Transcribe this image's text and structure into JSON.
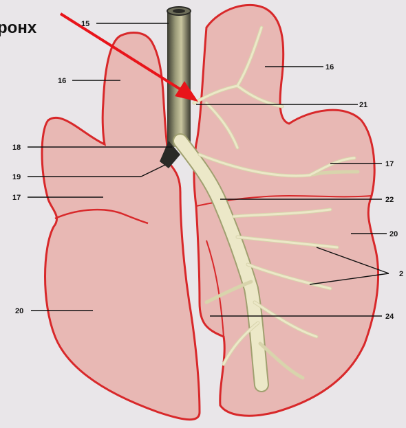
{
  "caption": "ронх",
  "labels": {
    "l15": "15",
    "l16_left": "16",
    "l16_right": "16",
    "l21": "21",
    "l18": "18",
    "l19": "19",
    "l17_left": "17",
    "l17_right": "17",
    "l22": "22",
    "l20_left": "20",
    "l20_right": "20",
    "l23": "2",
    "l24": "24"
  },
  "colors": {
    "background": "#e9e6e9",
    "lung_fill": "#e8b8b4",
    "lung_outline": "#d8282a",
    "bronchus_fill": "#ece8c8",
    "bronchus_edge": "#a0a070",
    "arrow": "#e8141a",
    "stem_dark": "#2a2a26"
  }
}
